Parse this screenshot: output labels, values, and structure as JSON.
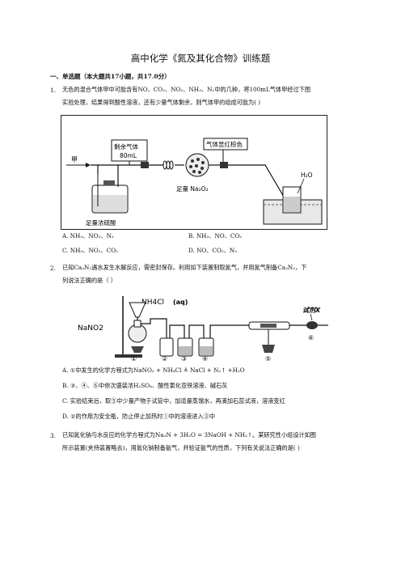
{
  "title": "高中化学《氮及其化合物》训练题",
  "section": {
    "prefix": "一、单选题（本大题共",
    "count": "17",
    "mid": "小题，共",
    "score": "17.0",
    "suffix": "分）"
  },
  "q1": {
    "num": "1.",
    "line1": "无色的混合气体甲中可能含有NO、CO₂、NO₂、NH₃、N₂中的几种，将100mL气体甲经过下图",
    "line2": "实验处理，结果得到酸性溶液，还有少量气体剩余，则气体甲的组成可能为(        )",
    "diagram": {
      "label_jia": "甲",
      "label_remain": "剩余气体",
      "label_80ml": "80mL",
      "label_red": "气体显红棕色",
      "label_na2o2": "足量 Na₂O₂",
      "label_h2so4": "足量浓硫酸",
      "label_h2o": "H₂O"
    },
    "options": {
      "A": "A.  NH₃、NO₂、N₂",
      "B": "B.  NH₃、NO、CO₂",
      "C": "C.  NH₃、NO₂、CO₂",
      "D": "D. NO、CO₂、N₂"
    }
  },
  "q2": {
    "num": "2.",
    "line1": "已知Ca₃N₂遇水发生水解反应，需密封保存。利用如下装置制取氮气，并用氮气制备Ca₃N₂，下",
    "line2": "列说法正确的是（    ）",
    "diagram": {
      "label_nh4cl": "NH4Cl",
      "label_aq": "(aq)",
      "label_nano2": "NaNO2",
      "label_reagent": "试剂X",
      "labels": [
        "①",
        "②",
        "③",
        "④",
        "⑤",
        "⑥"
      ]
    },
    "options": {
      "A": "A.  ①中发生的化学方程式为NaNO₂ + NH₄Cl ≜ NaCl + N₂↑ +H₂O",
      "B": "B.  ③、④、⑥中依次盛装浓H₂SO₄、酸性氯化亚铁溶液、碱石灰",
      "C": "C.  实验结束后，取⑤中少量产物于试管中，加适量蒸馏水，再滴加石蕊试液，溶液变红",
      "D": "D.  ②的作用为安全瓶，防止停止加热时①中的溶液进入③中"
    }
  },
  "q3": {
    "num": "3.",
    "line1": "已知氮化钠与水反应的化学方程式为Na₃N + 3H₂O = 3NaOH + NH₃↑。某研究性小组设计如图",
    "line2": "所示装置(夹持装置略去)，用氮化钠制备氨气，并验证氨气的性质，下列有关说法正确的是(    )"
  }
}
